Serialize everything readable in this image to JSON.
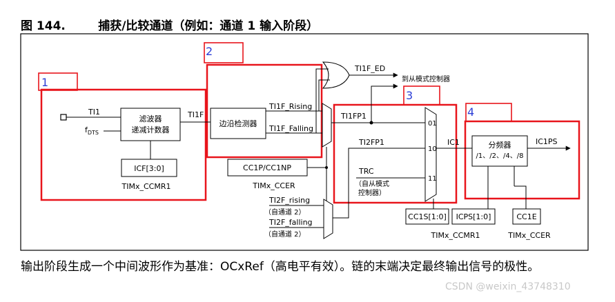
{
  "title": "图 144.        捕获/比较通道（例如：通道 1 输入阶段）",
  "caption": "输出阶段生成一个中间波形作为基准：OCxRef（高电平有效）。链的末端决定最终输出信号的极性。",
  "watermark": "CSDN @weixin_43748310",
  "diagram": {
    "stage_numbers": [
      "1",
      "2",
      "3",
      "4"
    ],
    "blocks": {
      "filter": [
        "滤波器",
        "递减计数器"
      ],
      "edge_detector": "边沿检测器",
      "divider": [
        "分频器",
        "/1、/2、/4、/8"
      ],
      "icf": "ICF[3:0]",
      "cc1p": "CC1P/CC1NP",
      "cc1s": "CC1S[1:0]",
      "icps": "ICPS[1:0]",
      "cc1e": "CC1E"
    },
    "signals": {
      "ti1": "TI1",
      "fdts_main": "f",
      "fdts_sub": "DTS",
      "ti1f": "TI1F",
      "ti1f_rising": "TI1F_Rising",
      "ti1f_falling": "TI1F_Falling",
      "ti1f_ed": "TI1F_ED",
      "to_slave": "到从模式控制器",
      "ti1fp1": "TI1FP1",
      "ti2fp1": "TI2FP1",
      "trc": "TRC",
      "trc_note": [
        "（自从模式",
        "控制器）"
      ],
      "ti2f_rising": "TI2F_rising",
      "ti2f_falling": "TI2F_falling",
      "from_ch2": "（自通道 2）",
      "ic1": "IC1",
      "ic1ps": "IC1PS"
    },
    "mux_inputs": [
      "01",
      "10",
      "11"
    ],
    "registers": {
      "ccmr1_a": "TIMx_CCMR1",
      "ccer_a": "TIMx_CCER",
      "ccmr1_b": "TIMx_CCMR1",
      "ccer_b": "TIMx_CCER"
    },
    "colors": {
      "highlight": "#e8141b",
      "stage_number": "#2d3fd6",
      "line": "#000000"
    }
  }
}
